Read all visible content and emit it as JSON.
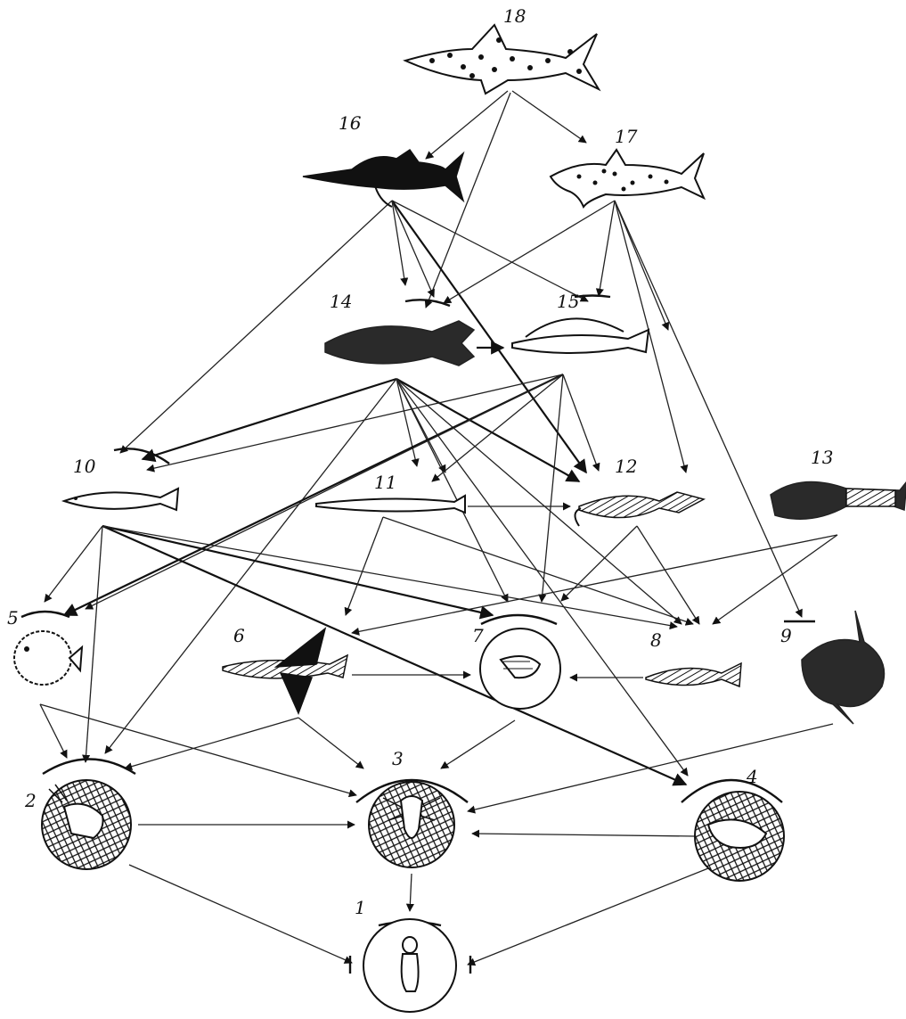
{
  "labels": {
    "n1": "1",
    "n2": "2",
    "n3": "3",
    "n4": "4",
    "n5": "5",
    "n6": "6",
    "n7": "7",
    "n8": "8",
    "n9": "9",
    "n10": "10",
    "n11": "11",
    "n12": "12",
    "n13": "13",
    "n14": "14",
    "n15": "15",
    "n16": "16",
    "n17": "17",
    "n18": "18"
  },
  "icons": {
    "n1": "zooplankton-organism-icon",
    "n2": "shrimp-icon",
    "n3": "copepod-icon",
    "n4": "crustacean-icon",
    "n5": "pufferfish-icon",
    "n6": "flying-fish-icon",
    "n7": "shrimp-icon",
    "n8": "small-fish-icon",
    "n9": "sunfish-icon",
    "n10": "fish-icon",
    "n11": "needlefish-icon",
    "n12": "squid-icon",
    "n13": "fish-icon",
    "n14": "tuna-icon",
    "n15": "sailfish-icon",
    "n16": "swordfish-icon",
    "n17": "shark-icon",
    "n18": "shark-icon"
  }
}
